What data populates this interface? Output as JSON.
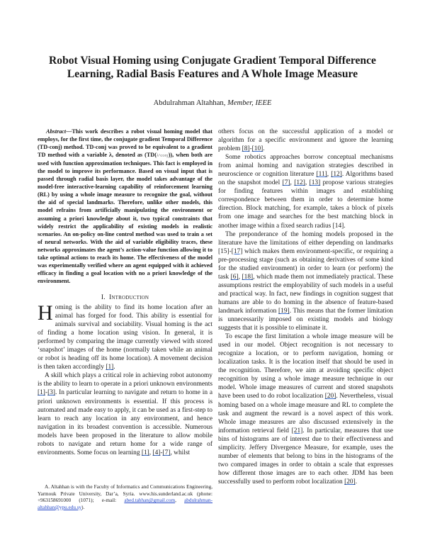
{
  "paper": {
    "title": "Robot Visual Homing using Conjugate Gradient Temporal Difference Learning, Radial Basis Features and A Whole Image Measure",
    "author": {
      "name": "Abdulrahman Altahhan,",
      "membership": "Member, IEEE"
    },
    "abstract": {
      "lead": "Abstract",
      "dash": "—",
      "part1": "This work describes a robot visual homing model that employs, for the first time, the conjugate gradient Temporal Difference (TD-conj) method. TD-conj was proved to be equivalent to a gradient TD method with a variable λ, denoted as (TD(",
      "formula": "λ^conj",
      "part2": ")), when both are used with function approximation techniques. This fact is employed in the model to improve its performance. Based on visual input that is passed through radial basis layer, the model takes advantage of the model-free interactive-learning capability of reinforcement learning (RL) by using a whole image measure to recognize the goal, without the aid of special landmarks. Therefore, unlike other models, this model refrains from artificially manipulating the environment or assuming a priori knowledge about it, two typical constraints that widely restrict the applicability of existing models in realistic scenarios. An on-policy on-line control method was used to train a set of neural networks. With the aid of variable eligibility traces, these networks approximates the agent’s action-value function allowing it to take optimal actions to reach its home. The effectiveness of the model was experimentally verified where an agent equipped with it achieved efficacy in finding a goal location with no a priori knowledge of the environment."
    },
    "section1": {
      "number": "I.",
      "heading": "Introduction",
      "dropcap": "H",
      "p1_rest": "oming is the ability to find its home location after an animal has forged for food. This ability is essential for animals survival and sociability. Visual homing is the act of finding a home location using vision. In general, it is performed by comparing the image currently viewed with stored ‘snapshot’ images of the home (normally taken while an animal or robot is heading off its home location). A movement decision is then taken accordingly ",
      "p1_cite": "[1]",
      "p1_end": ".",
      "p2_a": "A skill which plays a critical role in achieving robot autonomy is the ability to learn to operate in a priori unknown environments ",
      "p2_cite1": "[1]",
      "p2_dash": "-",
      "p2_cite2": "[3]",
      "p2_b": ". In particular learning to navigate and return to home in a priori unknown environments is essential. If this process is automated and made easy to apply, it can be used as a first-step to learn to reach any location in any environment, and hence navigation in its broadest convention is accessible. Numerous models have been proposed in the literature to allow mobile robots to navigate and return home for a wide range of environments. Some focus on learning ",
      "p2_cite3": "[1]",
      "p2_comma": ", ",
      "p2_cite4": "[4]",
      "p2_dash2": "-",
      "p2_cite5": "[7]",
      "p2_end": ", whilst",
      "r1_a": "others focus on the successful application of a model or algorithm for a specific environment and ignore the learning problem ",
      "r1_cite1": "[8]",
      "r1_dash": "-",
      "r1_cite2": "[10]",
      "r1_end": ".",
      "r2_a": "Some robotics approaches borrow conceptual mechanisms from animal homing and navigation strategies described in neuroscience or cognition literature ",
      "r2_cite1": "[11]",
      "r2_comma1": ", ",
      "r2_cite2": "[12]",
      "r2_b": ". Algorithms based on the snapshot model ",
      "r2_cite3": "[7]",
      "r2_comma2": ", ",
      "r2_cite4": "[12]",
      "r2_comma3": ", ",
      "r2_cite5": "[13]",
      "r2_c": " propose various strategies for finding features within images and establishing correspondence between them in order to determine home direction. Block matching, for example, takes a block of pixels from one image and searches for the best matching block in another image within a fixed search radius [14].",
      "r3_a": "The preponderance of the homing models proposed in the literature have the limitations of either depending on landmarks [15]-",
      "r3_cite1": "[17]",
      "r3_b": " which makes them environment-specific, or requiring a pre-processing stage (such as obtaining derivatives of some kind for the studied environment) in order to learn (or perform) the task ",
      "r3_cite2": "[6]",
      "r3_comma": ", ",
      "r3_cite3": "[18]",
      "r3_c": ", which made them not immediately practical. These assumptions restrict the employability of such models in a useful and practical way. In fact, new findings in cognition suggest that humans are able to do homing in the absence of feature-based landmark information ",
      "r3_cite4": "[19]",
      "r3_d": ". This means that the former limitation is unnecessarily imposed on existing models and biology suggests that it is possible to eliminate it.",
      "r4_a": "To escape the first limitation a whole image measure will be used in our model. Object recognition is not necessary to recognize a location, or to perform navigation, homing or localization tasks. It is the location itself that should be used in the recognition. Therefore, we aim at avoiding specific object recognition by using a whole image measure technique in our model. Whole image measures of current and stored snapshots have been used to do robot localization ",
      "r4_cite1": "[20]",
      "r4_b": ". Nevertheless, visual homing based on a whole image measure and RL to complete the task and augment the reward is a novel aspect of this work. Whole image measures are also discussed extensively in the information retrieval field ",
      "r4_cite2": "[21]",
      "r4_c": ".  In particular, measures that use bins of histograms are of interest due to their effectiveness and simplicity. Jeffery Divergence Measure, for example, uses the number of elements that belong to bins in the histograms of the two compared images in order to obtain a scale that expresses how different those images are to each other. JDM has been successfully used to perform robot localization ",
      "r4_cite3": "[20]",
      "r4_end": "."
    },
    "footnote": {
      "text": "A. Altahhan is with the Faculty of Informatics and Communications Engineering, Yarmouk Private University, Dar’a, Syria. www.his.sunderland.ac.uk (phone: +963158691000 (1071); e-mail: ",
      "email1": "abed.tahhan@gmail.com",
      "sep": ", ",
      "email2": "abdulrahman-altahhan@ypu.edu.sy",
      "end": ")."
    }
  }
}
